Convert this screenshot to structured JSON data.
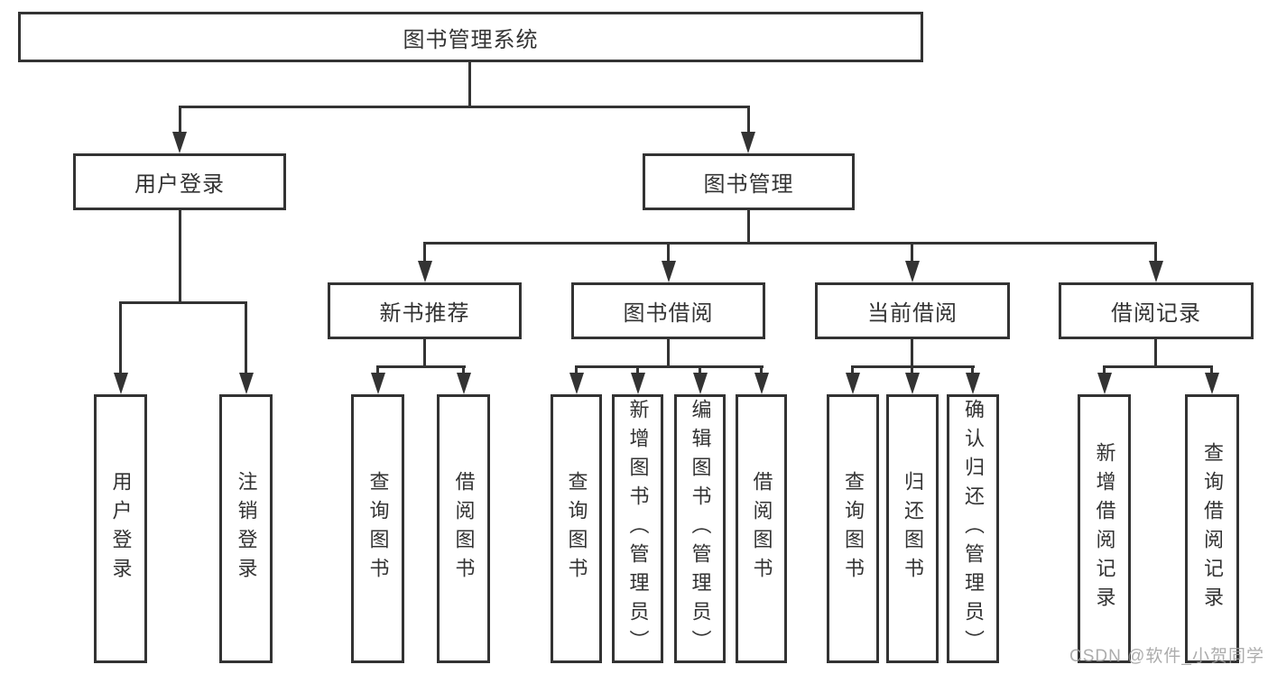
{
  "diagram": {
    "root": "图书管理系统",
    "level2": [
      "用户登录",
      "图书管理"
    ],
    "level3": [
      "新书推荐",
      "图书借阅",
      "当前借阅",
      "借阅记录"
    ],
    "leaves_user_login": [
      "用户登录",
      "注销登录"
    ],
    "leaves_new_book": [
      "查询图书",
      "借阅图书"
    ],
    "leaves_book_borrow": [
      "查询图书",
      "新增图书（管理员）",
      "编辑图书（管理员）",
      "借阅图书"
    ],
    "leaves_current_borrow": [
      "查询图书",
      "归还图书",
      "确认归还（管理员）"
    ],
    "leaves_borrow_records": [
      "新增借阅记录",
      "查询借阅记录"
    ]
  },
  "watermark": {
    "text": "CSDN @软件_小贺同学",
    "color": "#9e9e9e"
  },
  "colors": {
    "line": "#333333",
    "text": "#333333",
    "background": "#ffffff"
  }
}
